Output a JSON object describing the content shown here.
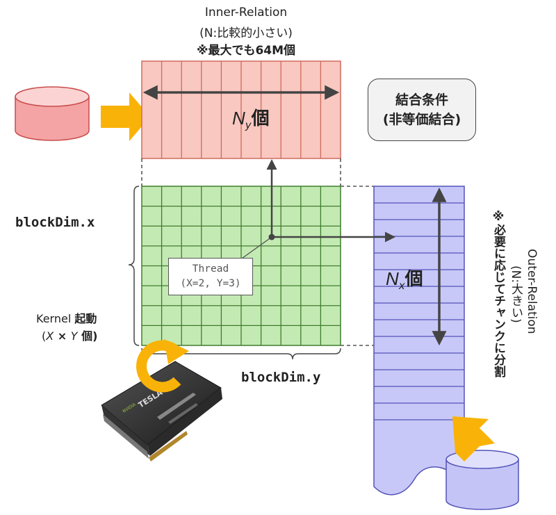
{
  "inner_relation": {
    "title": "Inner-Relation",
    "subtitle": "(N:比較的小さい)",
    "note": "※最大でも64M個",
    "count_var": "N",
    "count_sub": "y",
    "count_suffix": "個",
    "columns": 10
  },
  "join_condition": {
    "line1": "結合条件",
    "line2": "(非等価結合)"
  },
  "grid": {
    "rows": 8,
    "cols": 10,
    "label_x": "blockDim.x",
    "label_y": "blockDim.y"
  },
  "thread": {
    "title": "Thread",
    "coords": "(X=2, Y=3)"
  },
  "kernel": {
    "line1_word": "Kernel ",
    "line1_bold": "起動",
    "line2_open": "(",
    "line2_x": "X",
    "line2_times": " × ",
    "line2_y": "Y",
    "line2_close": " 個)"
  },
  "outer_relation": {
    "title": "Outer-Relation",
    "subtitle": "(N:大きい)",
    "note": "※必要に応じてチャンクに分割",
    "count_var": "N",
    "count_sub": "x",
    "count_suffix": "個",
    "rows": 14
  },
  "gpu": {
    "brand": "TESLA",
    "vendor": "NVIDIA"
  },
  "colors": {
    "inner_fill": "#f9c8c0",
    "inner_stroke": "#d06a5e",
    "grid_fill": "#c4eab4",
    "grid_stroke": "#3f7d2c",
    "outer_fill": "#c8c8f8",
    "outer_stroke": "#5252b8",
    "db_red_fill": "#f4a4a4",
    "db_red_top": "#fbd3d3",
    "db_blue_fill": "#c4c4f6",
    "db_blue_top": "#e0e0fc",
    "arrow_orange": "#f9b308",
    "line_dark": "#444444"
  }
}
